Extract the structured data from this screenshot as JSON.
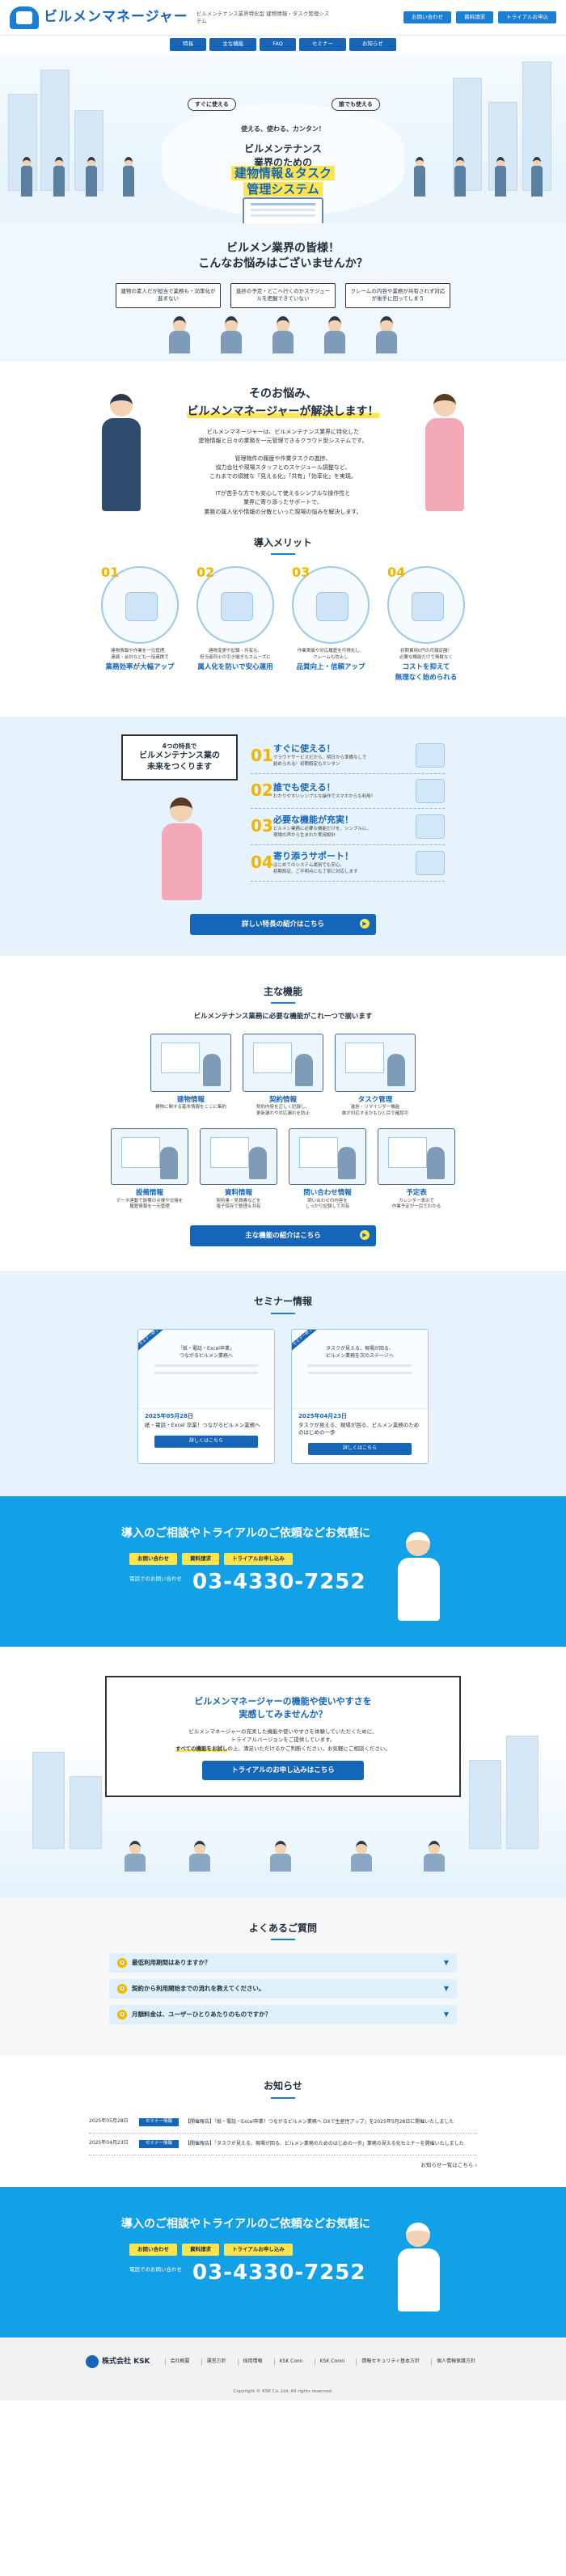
{
  "header": {
    "logo": "ビルメンマネージャー",
    "tagline": "ビルメンテナンス業界特化型 建物情報・タスク管理システム",
    "buttons": [
      "お問い合わせ",
      "資料請求",
      "トライアルお申込"
    ]
  },
  "nav": [
    "特長",
    "主な機能",
    "FAQ",
    "セミナー",
    "お知らせ"
  ],
  "hero": {
    "bubble_left": "すぐに使える",
    "bubble_right": "誰でも使える",
    "sub": "使える、使わる、カンタン！",
    "title1": "ビルメンテナンス",
    "title2": "業界のための",
    "highlight1": "建物情報＆タスク",
    "highlight2": "管理システム"
  },
  "worries": {
    "title1": "ビルメン業界の皆様！",
    "title2": "こんなお悩みはございませんか？",
    "items": [
      "建物の素人だが担当で業務も・効率化が進まない",
      "進捗の予定・どこへ行くのかスケジュールを把握できていない",
      "クレームの内容や業務が共有されず対応が後手に回ってしまう"
    ]
  },
  "solve": {
    "title1": "そのお悩み、",
    "title2": "ビルメンマネージャーが解決します！",
    "p1": "ビルメンマネージャーは、ビルメンテナンス業界に特化した\n建物情報と日々の業務を一元管理できるクラウド型システムです。",
    "p2": "管理物件の履歴や作業タスクの進捗、\n協力会社や現場スタッフとのスケジュール調整など、\nこれまでの煩雑な「見える化」「共有」「効率化」を実現。",
    "p3": "ITが苦手な方でも安心して使えるシンプルな操作性と\n業界に寄り添ったサポートで、\n業務の属人化や情報の分散といった現場の悩みを解決します。"
  },
  "merit": {
    "title": "導入メリット",
    "items": [
      {
        "num": "01",
        "desc": "建物情報や作業を一元管理、\n連絡・会計なども一括連携で",
        "head": "業務効率が大幅アップ"
      },
      {
        "num": "02",
        "desc": "建物変更や記録・共有も、\n担当者同士の引き継ぎもスムーズに",
        "head": "属人化を防いで安心運用"
      },
      {
        "num": "03",
        "desc": "作業実績や対応履歴を可視化し、\nクレームも防止し",
        "head": "品質向上・信頼アップ"
      },
      {
        "num": "04",
        "desc": "初期費用0円の月額定額！\n必要な機能だけで無駄なく",
        "head": "コストを抑えて\n無理なく始められる"
      }
    ]
  },
  "features": {
    "box1": "4つの特長で",
    "box2": "ビルメンテナンス業の",
    "box3": "未来をつくります",
    "items": [
      {
        "num": "01",
        "title": "すぐに使える！",
        "desc": "クラウドサービスだから、明日から準備なしで\n始められる！初期設定もカンタン"
      },
      {
        "num": "02",
        "title": "誰でも使える！",
        "desc": "わかりやすいシンプルな操作でスマホからも利用！"
      },
      {
        "num": "03",
        "title": "必要な機能が充実！",
        "desc": "ビルメン業務に必要な機能だけを、シンプルに。\n現場の声から生まれた実用設計"
      },
      {
        "num": "04",
        "title": "寄り添うサポート！",
        "desc": "はじめてのシステム運用でも安心。\n初期設定、ご不明点にも丁寧に対応します"
      }
    ],
    "cta": "詳しい特長の紹介はこちら"
  },
  "funcs": {
    "title": "主な機能",
    "sub": "ビルメンテナンス業務に必要な機能がこれ一つで揃います",
    "row1": [
      {
        "name": "建物情報",
        "desc": "建物に関する基本情報をここに集約"
      },
      {
        "name": "契約情報",
        "desc": "契約内容を正しく記録し、\n更新漏れや対応漏れを防止"
      },
      {
        "name": "タスク管理",
        "desc": "進捗・リマインダー機能\n誰が対応するかもひと目で確認可"
      }
    ],
    "row2": [
      {
        "name": "設備情報",
        "desc": "データ連動で設備の点検や交換を\n履歴情報を一元管理"
      },
      {
        "name": "資料情報",
        "desc": "契約書・見積書などを\n電子保存で整理＆共有"
      },
      {
        "name": "問い合わせ情報",
        "desc": "問い合わせの内容を\nしっかり記録して共有"
      },
      {
        "name": "予定表",
        "desc": "カレンダー表示で\n作業予定が一目でわかる"
      }
    ],
    "cta": "主な機能の紹介はこちら"
  },
  "seminar": {
    "title": "セミナー情報",
    "badge": "セミナー終了",
    "cards": [
      {
        "thumb": "「紙・電話・Excel卒業」\nつながるビルメン業務へ",
        "date": "2025年05月28日",
        "title": "紙・電話・Excel 卒業！つながるビルメン業務へ",
        "btn": "詳しくはこちら"
      },
      {
        "thumb": "タスクが見える、現場が回る、\nビルメン業務を次のステージへ",
        "date": "2025年04月23日",
        "title": "タスクが見える、現場が回る、ビルメン業務のためのはじめの一歩",
        "btn": "詳しくはこちら"
      }
    ]
  },
  "contact": {
    "title": "導入のご相談やトライアルのご依頼などお気軽に",
    "buttons": [
      "お問い合わせ",
      "資料請求",
      "トライアルお申し込み"
    ],
    "tel_label": "電話でのお問い合わせ",
    "tel": "03-4330-7252"
  },
  "trial": {
    "title1": "ビルメンマネージャーの機能や使いやすさを",
    "title2": "実感してみませんか？",
    "p1": "ビルメンマネージャーの充実した機能や使いやすさを体験していただくために、",
    "p2": "トライアルバージョンをご提供しています。",
    "p3": "すべての機能をお試し",
    "p3b": "の上、満足いただけるかご判断ください。お気軽にご相談ください。",
    "btn": "トライアルのお申し込みはこちら"
  },
  "faq": {
    "title": "よくあるご質問",
    "items": [
      "最低利用期間はありますか？",
      "契約から利用開始までの流れを教えてください。",
      "月額料金は、ユーザーひとりあたりのものですか？"
    ]
  },
  "news": {
    "title": "お知らせ",
    "tag": "セミナー情報",
    "items": [
      {
        "date": "2025年05月28日",
        "text": "【開催報告】「紙・電話・Excel卒業！つながるビルメン業務へ DXで生産性アップ」を2025年5月28日に開催いたしました"
      },
      {
        "date": "2025年04月23日",
        "text": "【開催報告】「タスクが見える、現場が回る、ビルメン業務のためのはじめの一歩」業務の見える化セミナーを開催いたしました"
      }
    ],
    "more": "お知らせ一覧はこちら ›"
  },
  "contact2": {
    "title": "導入のご相談やトライアルのご依頼などお気軽に",
    "buttons": [
      "お問い合わせ",
      "資料請求",
      "トライアルお申し込み"
    ],
    "tel_label": "電話でのお問い合わせ",
    "tel": "03-4330-7252"
  },
  "footer": {
    "company": "株式会社 KSK",
    "links": [
      "会社概要",
      "運営方針",
      "採用情報",
      "KSK Conn",
      "KSK Conni",
      "情報セキュリティ基本方針",
      "個人情報保護方針"
    ],
    "copy": "Copyright © KSK Co.,Ltd. All rights reserved."
  },
  "colors": {
    "primary": "#1565b8",
    "accent": "#ffe44d",
    "contact_bg": "#12a0e6",
    "light_bg": "#e6f3fc"
  }
}
